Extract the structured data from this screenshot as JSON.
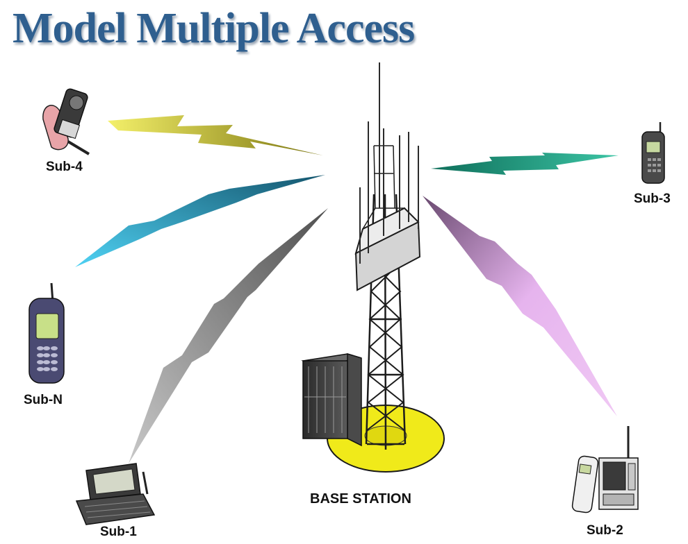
{
  "title": "Model Multiple Access",
  "base_station": {
    "label": "BASE STATION"
  },
  "subscribers": [
    {
      "id": "sub-4",
      "label": "Sub-4",
      "device": "flip-phone-in-hand-icon",
      "link_color": "#e6e04a"
    },
    {
      "id": "sub-3",
      "label": "Sub-3",
      "device": "mobile-phone-icon",
      "link_color": "#2aa084"
    },
    {
      "id": "sub-n",
      "label": "Sub-N",
      "device": "mobile-phone-icon",
      "link_color": "#38b6dc"
    },
    {
      "id": "sub-1",
      "label": "Sub-1",
      "device": "handheld-computer-icon",
      "link_color": "#9a9a9a"
    },
    {
      "id": "sub-2",
      "label": "Sub-2",
      "device": "cordless-phone-icon",
      "link_color": "#d9a6e0"
    }
  ],
  "colors": {
    "title": "#2f5f8f",
    "tower_base": "#f0ea1a",
    "cabinet": "#3b3b3b"
  }
}
